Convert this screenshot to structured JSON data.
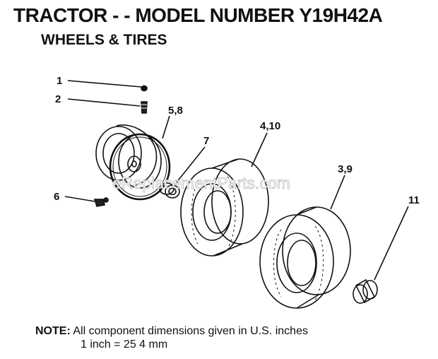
{
  "header": {
    "title": "TRACTOR - - MODEL NUMBER Y19H42A",
    "subtitle": "WHEELS & TIRES"
  },
  "callouts": {
    "p1": "1",
    "p2": "2",
    "p5_8": "5,8",
    "p7": "7",
    "p4_10": "4,10",
    "p6": "6",
    "p3_9": "3,9",
    "p11": "11"
  },
  "watermark": "eReplacementParts.com",
  "note": {
    "label": "NOTE:",
    "line1": "All component dimensions given in U.S. inches",
    "line2": "1 inch = 25 4 mm"
  }
}
